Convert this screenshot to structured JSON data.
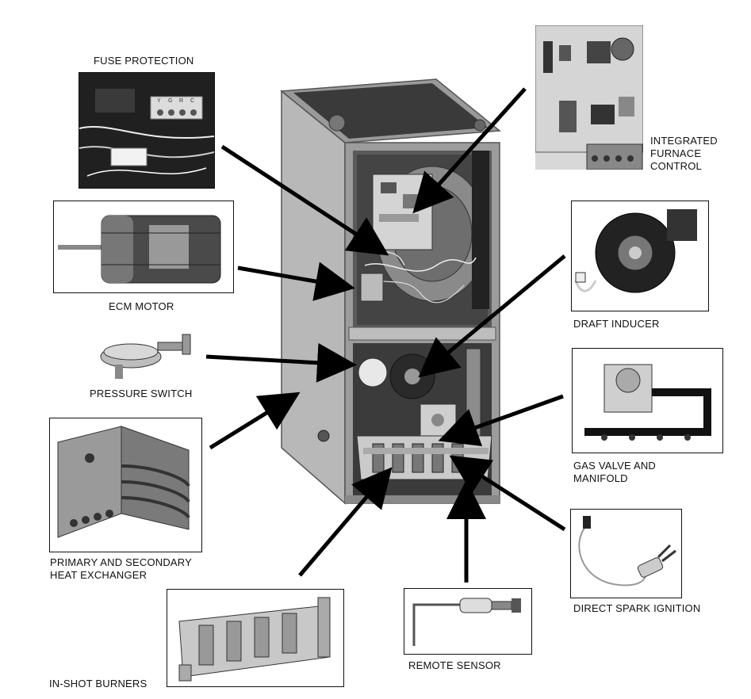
{
  "labels": {
    "fuse_protection": "FUSE PROTECTION",
    "ecm_motor": "ECM MOTOR",
    "pressure_switch": "PRESSURE SWITCH",
    "heat_exchanger": "PRIMARY AND SECONDARY\nHEAT EXCHANGER",
    "inshot_burners": "IN-SHOT BURNERS",
    "remote_sensor": "REMOTE SENSOR",
    "direct_spark_ignition": "DIRECT SPARK IGNITION",
    "gas_valve_manifold": "GAS VALVE AND\nMANIFOLD",
    "draft_inducer": "DRAFT INDUCER",
    "integrated_furnace_control": "INTEGRATED\nFURNACE\nCONTROL"
  },
  "fuse_terminal_letters": [
    "Y",
    "G",
    "R",
    "C"
  ],
  "colors": {
    "arrow": "#000000",
    "furnace_body": "#a9a9a9",
    "board": "#d8d8d8"
  }
}
